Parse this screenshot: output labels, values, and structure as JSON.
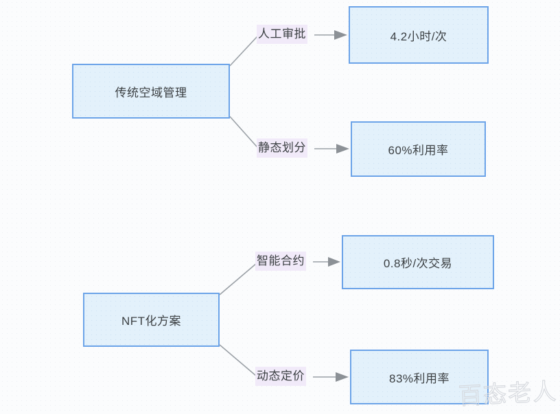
{
  "background": {
    "page_color": "#fafbfc",
    "node_fill": "#e3f1fb",
    "node_border": "#6ba3e8",
    "label_highlight": "#f1eaf9",
    "connector_color": "#9aa0a6",
    "text_color": "#3c4043"
  },
  "diagram": {
    "type": "comparison-flow",
    "groups": [
      {
        "id": "traditional",
        "source": {
          "label": "传统空域管理"
        },
        "branches": [
          {
            "edge_label": "人工审批",
            "target": "4.2小时/次"
          },
          {
            "edge_label": "静态划分",
            "target": "60%利用率"
          }
        ]
      },
      {
        "id": "nft",
        "source": {
          "label": "NFT化方案"
        },
        "branches": [
          {
            "edge_label": "智能合约",
            "target": "0.8秒/次交易"
          },
          {
            "edge_label": "动态定价",
            "target": "83%利用率"
          }
        ]
      }
    ]
  },
  "watermark": {
    "text": "百态老人"
  }
}
